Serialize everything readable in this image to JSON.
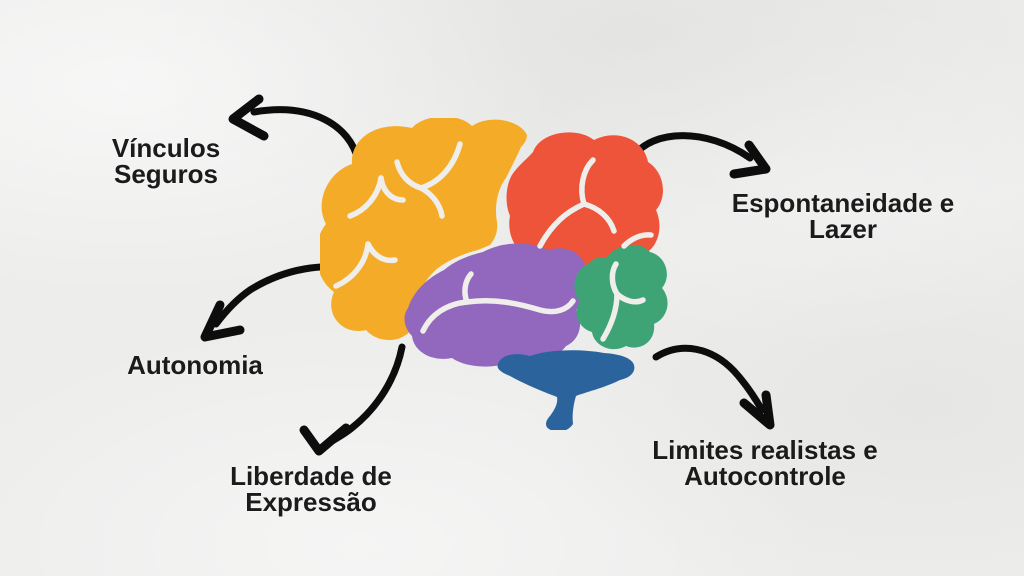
{
  "canvas": {
    "background_color": "#ededec",
    "text_color": "#1b1b1b"
  },
  "diagram": {
    "type": "mind-map",
    "center": {
      "illustration": "colorful-brain",
      "colors": {
        "frontal_lobe": "#F4AC28",
        "parietal_lobe": "#EE543A",
        "temporal_lobe": "#9168BE",
        "occipital_lobe": "#3EA476",
        "brainstem": "#2B639D",
        "gyri": "#EFEEEB"
      }
    },
    "arrow_color": "#0d0d0d",
    "labels": [
      {
        "id": "vinculos-seguros",
        "lines": [
          "Vínculos",
          "Seguros"
        ]
      },
      {
        "id": "espontaneidade-lazer",
        "lines": [
          "Espontaneidade e",
          "Lazer"
        ]
      },
      {
        "id": "autonomia",
        "lines": [
          "Autonomia"
        ]
      },
      {
        "id": "liberdade-expressao",
        "lines": [
          "Liberdade de",
          "Expressão"
        ]
      },
      {
        "id": "limites-autocontrole",
        "lines": [
          "Limites realistas e",
          "Autocontrole"
        ]
      }
    ]
  }
}
